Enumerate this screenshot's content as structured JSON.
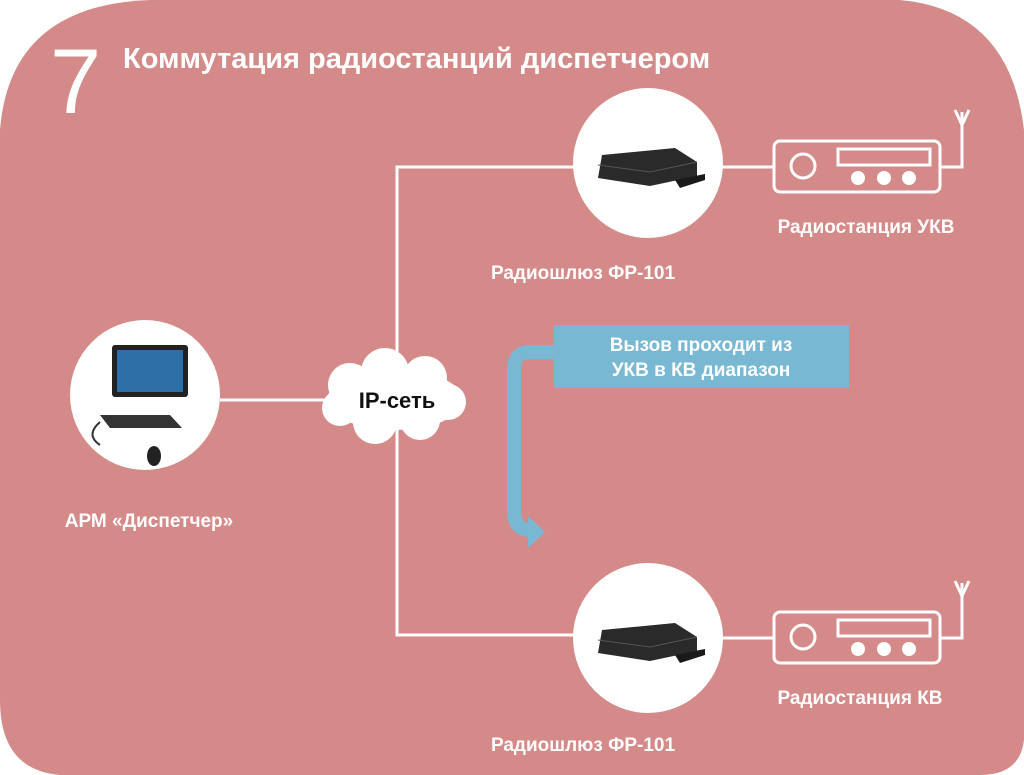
{
  "title": {
    "number": "7",
    "text": "Коммутация радиостанций диспетчером"
  },
  "nodes": {
    "workstation": "АРМ «Диспетчер»",
    "network": "IP-сеть",
    "gateway_top": "Радиошлюз ФР-101",
    "gateway_bottom": "Радиошлюз ФР-101",
    "radio_top": "Радиостанция УКВ",
    "radio_bottom": "Радиостанция КВ"
  },
  "callout": {
    "line1": "Вызов проходит из",
    "line2": "УКВ в КВ диапазон"
  },
  "colors": {
    "background": "#d48a89",
    "callout": "#78b8d2",
    "device": "#2a2a2a"
  }
}
